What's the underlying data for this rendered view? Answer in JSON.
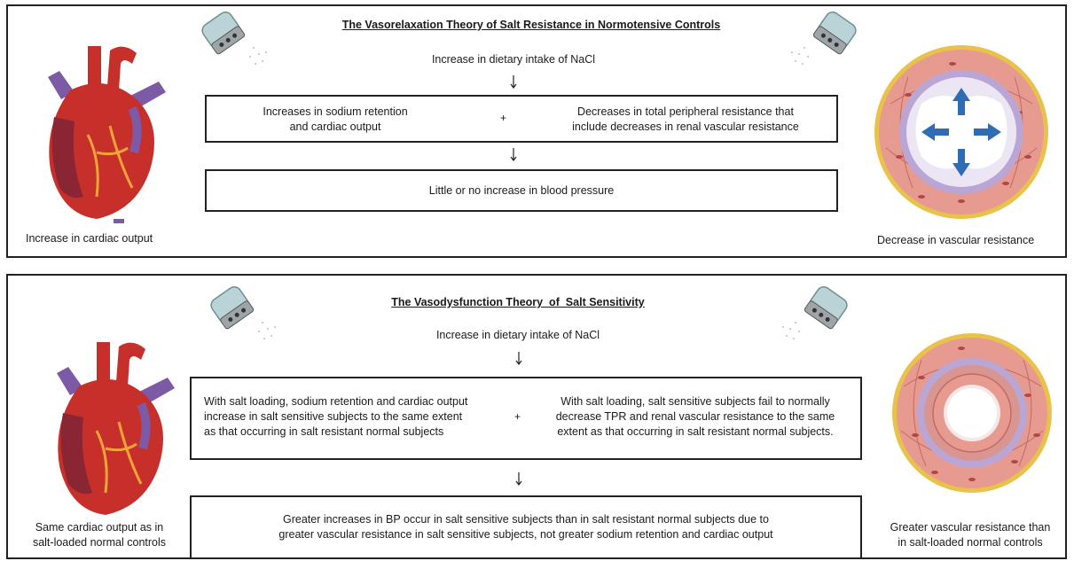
{
  "top": {
    "title": "The Vasorelaxation Theory of Salt Resistance in Normotensive Controls",
    "intake": "Increase in dietary intake of NaCl",
    "left_line1": "Increases in sodium retention",
    "left_line2": "and cardiac output",
    "plus": "+",
    "right_line1": "Decreases in total peripheral resistance that",
    "right_line2": "include decreases in renal vascular resistance",
    "result": "Little or no increase in blood pressure",
    "heart_caption": "Increase in cardiac output",
    "vessel_caption": "Decrease in vascular resistance"
  },
  "bottom": {
    "title": "The Vasodysfunction Theory  of  Salt Sensitivity",
    "intake": "Increase in dietary intake of NaCl",
    "left_line1": "With salt loading, sodium retention and cardiac output",
    "left_line2": "increase in salt sensitive subjects to the same extent",
    "left_line3": "as that occurring in salt resistant normal subjects",
    "plus": "+",
    "right_line1": "With salt loading, salt sensitive subjects fail to normally",
    "right_line2": "decrease TPR and renal vascular resistance to the same",
    "right_line3": "extent as that occurring in salt resistant normal subjects.",
    "result_line1": "Greater increases in BP occur in salt sensitive subjects than in salt resistant normal subjects  due to",
    "result_line2": "greater vascular resistance in salt sensitive subjects, not greater sodium retention and cardiac output",
    "heart_caption_line1": "Same cardiac output as  in",
    "heart_caption_line2": "salt-loaded normal controls",
    "vessel_caption_line1": "Greater vascular resistance than",
    "vessel_caption_line2": "in salt-loaded normal controls"
  },
  "colors": {
    "heart_red": "#c62f2a",
    "vessel_purple": "#7d5aa6",
    "vessel_wall": "#e79a8f",
    "vessel_outer": "#e8c24a",
    "arrow_blue": "#2e6db4"
  }
}
